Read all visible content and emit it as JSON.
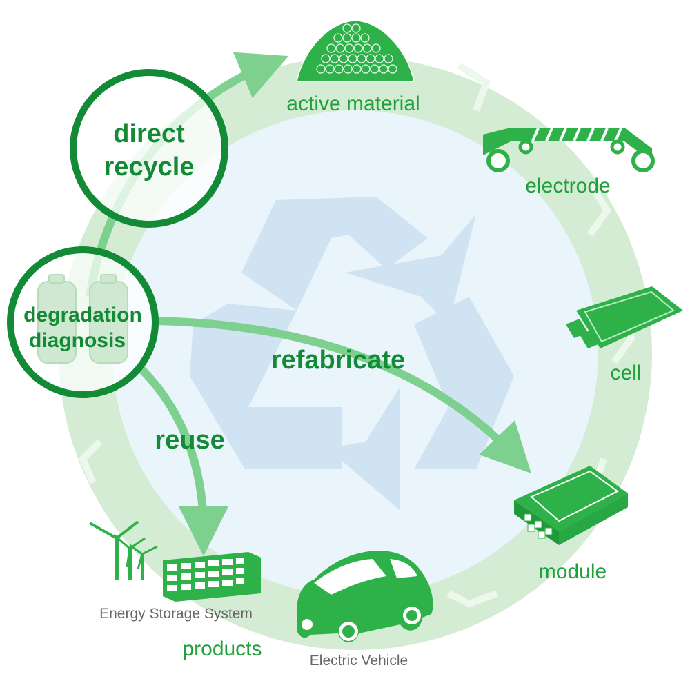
{
  "colors": {
    "ring": "#d3ecd3",
    "inner": "#e9f4fb",
    "recycle_symbol": "#cfe3f2",
    "icon_green": "#2fb14a",
    "dark_green": "#138a36",
    "arrow_green": "#79cf8a",
    "caption_gray": "#666666"
  },
  "hubs": {
    "direct_recycle": {
      "line1": "direct",
      "line2": "recycle"
    },
    "degradation_diagnosis": {
      "line1": "degradation",
      "line2": "diagnosis"
    }
  },
  "paths": {
    "refabricate": "refabricate",
    "reuse": "reuse"
  },
  "stages": {
    "active_material": "active material",
    "electrode": "electrode",
    "cell": "cell",
    "module": "module",
    "products": "products"
  },
  "captions": {
    "energy_storage_system": "Energy Storage System",
    "electric_vehicle": "Electric Vehicle"
  },
  "icons": [
    "active-material-pile-icon",
    "electrode-conveyor-icon",
    "cell-pouch-icon",
    "battery-module-icon",
    "electric-vehicle-icon",
    "wind-turbine-icon",
    "energy-storage-rack-icon",
    "recycle-symbol-icon",
    "battery-icon"
  ]
}
